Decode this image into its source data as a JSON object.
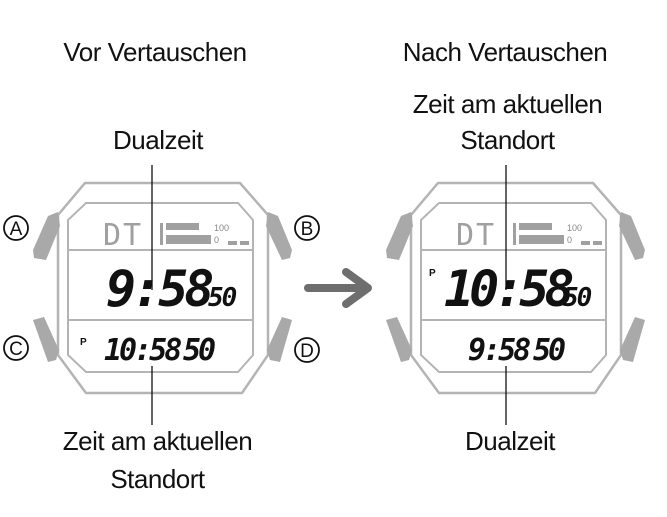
{
  "left_panel": {
    "title": "Vor Vertauschen",
    "top_label": "Dualzeit",
    "bottom_label_line1": "Zeit am aktuellen",
    "bottom_label_line2": "Standort",
    "watch": {
      "mode_indicator": "DT",
      "scale_top": "100",
      "scale_bottom": "0",
      "upper_time": "9:58",
      "upper_seconds": "50",
      "upper_pm": "",
      "lower_pm": "P",
      "lower_time": "10:58",
      "lower_seconds": "50"
    },
    "buttons": {
      "a": "A",
      "c": "C",
      "b": "B",
      "d": "D"
    }
  },
  "right_panel": {
    "title": "Nach Vertauschen",
    "top_label_line1": "Zeit am aktuellen",
    "top_label_line2": "Standort",
    "bottom_label": "Dualzeit",
    "watch": {
      "mode_indicator": "DT",
      "scale_top": "100",
      "scale_bottom": "0",
      "upper_pm": "P",
      "upper_time": "10:58",
      "upper_seconds": "50",
      "lower_pm": "",
      "lower_time": "9:58",
      "lower_seconds": "50"
    }
  },
  "arrow": {
    "icon": "right-arrow-icon",
    "color": "#6e6e6e"
  },
  "colors": {
    "outline": "#b4b4b4",
    "button": "#a9a9a9",
    "text": "#111111",
    "lcd_gray": "#a0a0a0"
  }
}
